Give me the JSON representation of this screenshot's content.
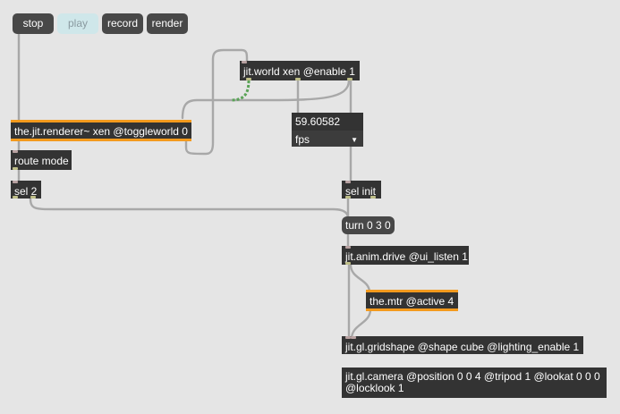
{
  "buttons": {
    "stop": "stop",
    "play": "play",
    "record": "record",
    "render": "render"
  },
  "objects": {
    "jit_world": "jit.world xen @enable 1",
    "jit_renderer": "the.jit.renderer~ xen @toggleworld 0",
    "route_mode": "route mode",
    "sel_2": "sel 2",
    "sel_init": "sel init",
    "turn": "turn 0 3 0",
    "anim_drive": "jit.anim.drive @ui_listen 1",
    "mtr": "the.mtr @active 4",
    "gridshape": "jit.gl.gridshape @shape cube @lighting_enable 1",
    "camera": "jit.gl.camera @position 0 0 4 @tripod 1 @lookat 0 0 0 @locklook 1"
  },
  "fps_display": {
    "value": "59.60582",
    "menu_value": "fps"
  },
  "colors": {
    "canvas": "#e5e5e5",
    "object": "#333333",
    "message": "#484848",
    "accent_orange": "#f39a1d",
    "cord": "#a8a8a8"
  }
}
